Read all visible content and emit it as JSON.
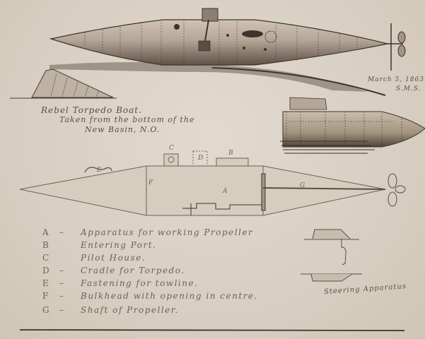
{
  "drawing": {
    "title_caption": {
      "line1": "Rebel Torpedo Boat.",
      "line2": "Taken from the bottom of the",
      "line3": "New Basin, N.O."
    },
    "signature": {
      "date": "March 5, 1863.",
      "initials": "S.M.S."
    },
    "diagram_labels": {
      "A": "A",
      "B": "B",
      "C": "C",
      "D": "D",
      "E": "E",
      "F": "F",
      "G": "G"
    },
    "legend": [
      {
        "key": "A",
        "text": "Apparatus for working Propeller"
      },
      {
        "key": "B",
        "text": "Entering Port."
      },
      {
        "key": "C",
        "text": "Pilot House."
      },
      {
        "key": "D",
        "text": "Cradle for Torpedo."
      },
      {
        "key": "E",
        "text": "Fastening for towline."
      },
      {
        "key": "F",
        "text": "Bulkhead with opening in centre."
      },
      {
        "key": "G",
        "text": "Shaft of Propeller."
      }
    ],
    "steering_caption": "Steering Apparatus",
    "colors": {
      "paper": "#d9d0c3",
      "ink": "#4a3f36",
      "wash": "#9a8c7c"
    }
  }
}
